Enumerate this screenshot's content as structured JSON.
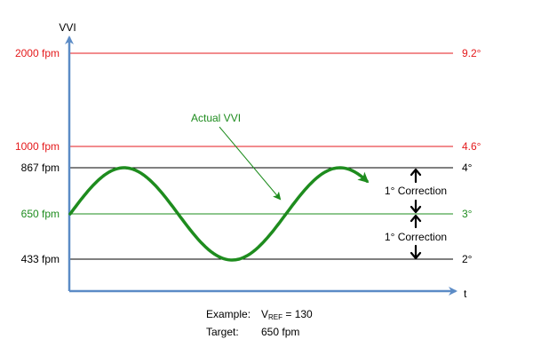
{
  "diagram": {
    "axes": {
      "y_label": "VVI",
      "x_label": "t"
    },
    "lines": [
      {
        "left_label": "2000 fpm",
        "right_label": "9.2°",
        "color": "#e41a1c"
      },
      {
        "left_label": "1000 fpm",
        "right_label": "4.6°",
        "color": "#e41a1c"
      },
      {
        "left_label": "867 fpm",
        "right_label": "4°",
        "color": "#000000"
      },
      {
        "left_label": "650 fpm",
        "right_label": "3°",
        "color": "#1e8c1e"
      },
      {
        "left_label": "433 fpm",
        "right_label": "2°",
        "color": "#000000"
      }
    ],
    "corrections": [
      {
        "label": "1° Correction"
      },
      {
        "label": "1° Correction"
      }
    ],
    "curve_label": "Actual VVI",
    "colors": {
      "axis": "#5b8bc6",
      "curve": "#1e8c1e",
      "limit": "#e41a1c",
      "ref": "#1e8c1e"
    },
    "example": {
      "label1": "Example:",
      "v": "V",
      "v_sub": "REF",
      "v_value": " = 130",
      "label2": "Target:",
      "target_value": "650 fpm"
    }
  }
}
